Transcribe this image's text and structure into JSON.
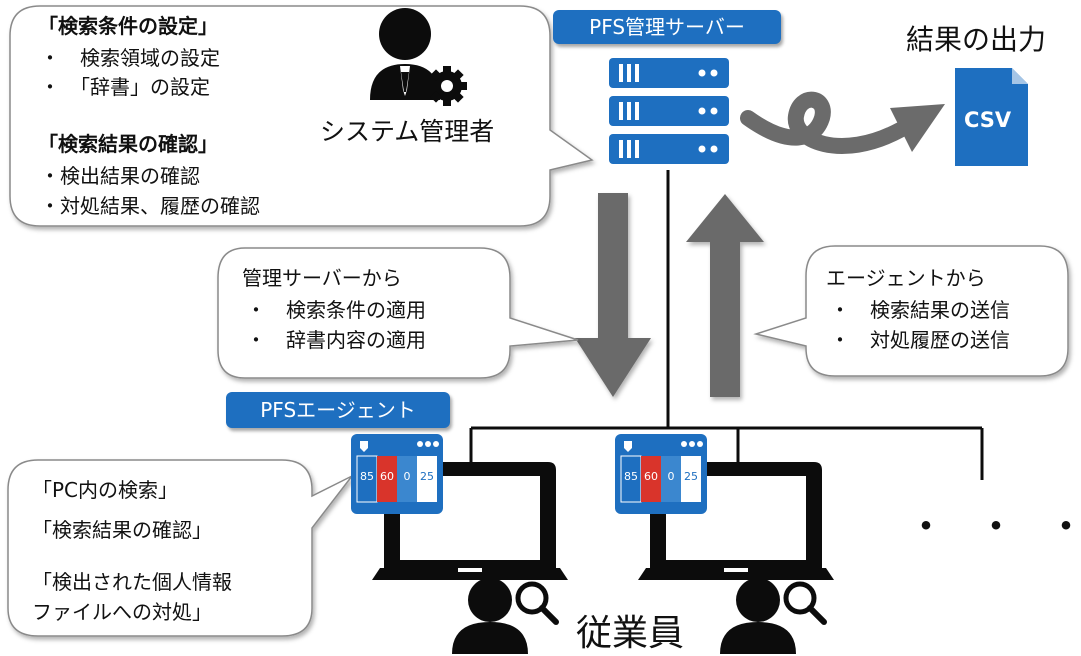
{
  "admin_bubble": {
    "heading1": "「検索条件の設定」",
    "items1": [
      "・　検索領域の設定",
      "・　「辞書」の設定"
    ],
    "heading2": "「検索結果の確認」",
    "items2": [
      "・検出結果の確認",
      "・対処結果、履歴の確認"
    ]
  },
  "admin_label": "システム管理者",
  "server_label": "PFS管理サーバー",
  "output": {
    "title": "結果の出力",
    "file_label": "CSV"
  },
  "down_bubble": {
    "title": "管理サーバーから",
    "items": [
      "・　検索条件の適用",
      "・　辞書内容の適用"
    ]
  },
  "up_bubble": {
    "title": "エージェントから",
    "items": [
      "・　検索結果の送信",
      "・　対処履歴の送信"
    ]
  },
  "agent_label": "PFSエージェント",
  "agent_bubble": {
    "items": [
      "「PC内の検索」",
      "「検索結果の確認」",
      "「検出された個人情報",
      "ファイルへの対処」"
    ]
  },
  "panel_values": [
    "85",
    "60",
    "0",
    "25"
  ],
  "employees_label": "従業員",
  "more_indicator": "・・・",
  "colors": {
    "accent": "#1e6fc0",
    "arrow": "#6b6b6b",
    "red": "#d9342b",
    "dark": "#0c0c0c"
  }
}
